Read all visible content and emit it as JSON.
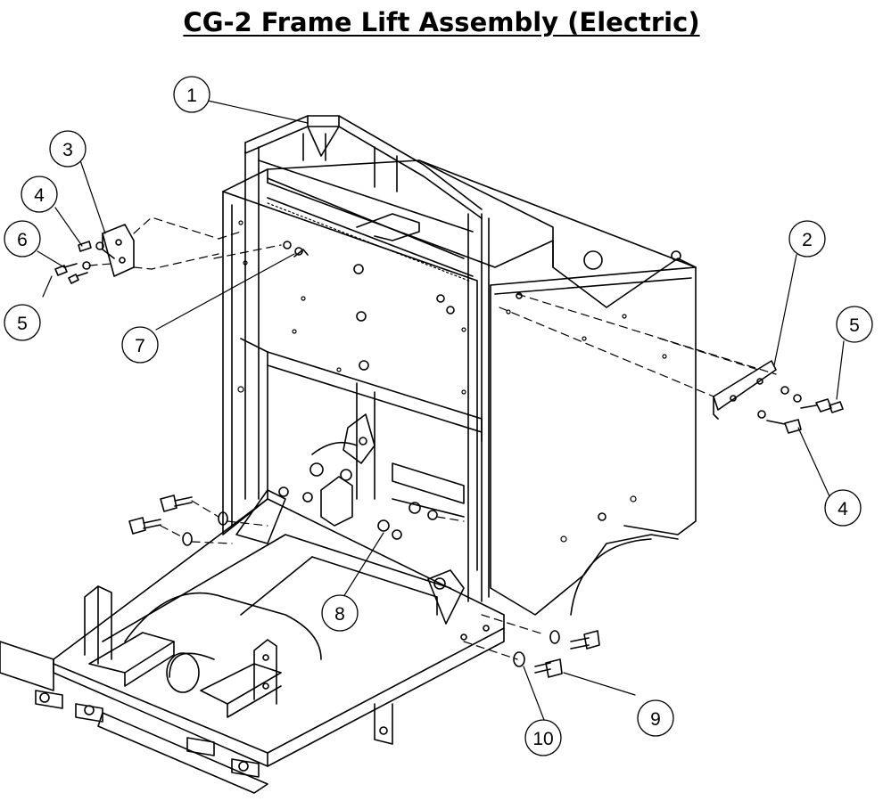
{
  "title": "CG-2 Frame Lift Assembly (Electric)",
  "callouts": [
    {
      "label": "1"
    },
    {
      "label": "2"
    },
    {
      "label": "3"
    },
    {
      "label": "4"
    },
    {
      "label": "4"
    },
    {
      "label": "5"
    },
    {
      "label": "5"
    },
    {
      "label": "6"
    },
    {
      "label": "7"
    },
    {
      "label": "8"
    },
    {
      "label": "9"
    },
    {
      "label": "10"
    }
  ]
}
